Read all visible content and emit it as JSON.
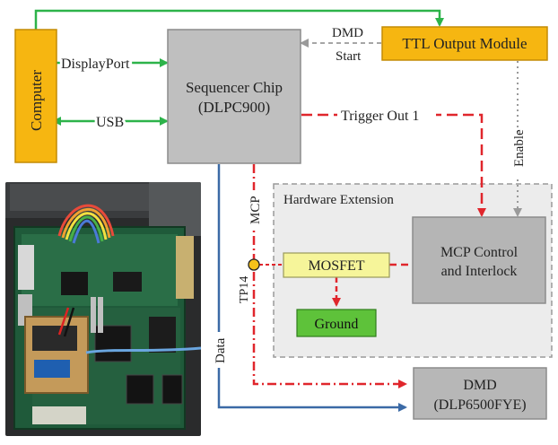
{
  "colors": {
    "computer_fill": "#f6b611",
    "ttl_fill": "#f6b611",
    "sequencer_fill": "#bfbfbf",
    "mcp_fill": "#b5b5b5",
    "dmd_fill": "#b7b7b7",
    "mosfet_fill": "#f6f59a",
    "ground_fill": "#5ec23a",
    "extension_fill": "#ececec",
    "green_line": "#2db34a",
    "red_line": "#e0262c",
    "blue_line": "#3b6aa6",
    "gray_line": "#9a9a9a",
    "tp_fill": "#f6c21a"
  },
  "blocks": {
    "computer": "Computer",
    "sequencer_line1": "Sequencer Chip",
    "sequencer_line2": "(DLPC900)",
    "ttl": "TTL Output Module",
    "extension_title": "Hardware Extension",
    "mcp_line1": "MCP Control",
    "mcp_line2": "and Interlock",
    "mosfet": "MOSFET",
    "ground": "Ground",
    "dmd_line1": "DMD",
    "dmd_line2": "(DLP6500FYE)"
  },
  "labels": {
    "displayport": "DisplayPort",
    "usb": "USB",
    "dmd_start_line1": "DMD",
    "dmd_start_line2": "Start",
    "trigger_out": "Trigger Out 1",
    "enable": "Enable",
    "mcp": "MCP",
    "tp14": "TP14",
    "data": "Data"
  },
  "photo": {
    "description_icon": "pcb-photo"
  }
}
